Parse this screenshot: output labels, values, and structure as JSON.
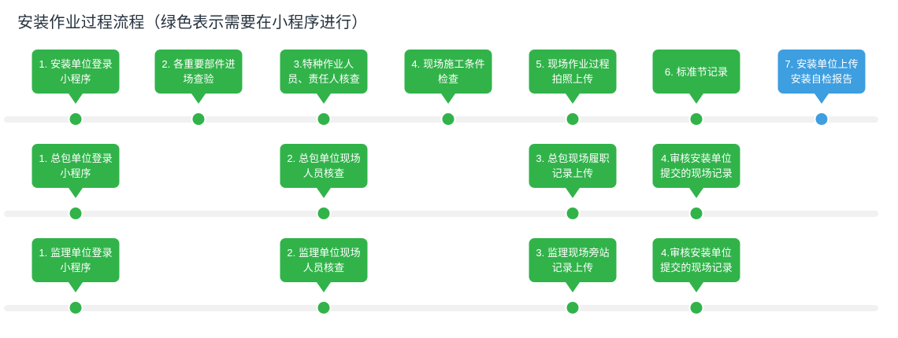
{
  "page": {
    "title": "安装作业过程流程（绿色表示需要在小程序进行）"
  },
  "colors": {
    "green": "#31b34a",
    "blue": "#3d9ee0",
    "rail": "#f1f1f1",
    "title_text": "#26323f",
    "card_text": "#ffffff",
    "background": "#ffffff"
  },
  "legend": {
    "green_meaning": "绿色表示需要在小程序进行"
  },
  "chart_data": {
    "type": "timeline",
    "title": "安装作业过程流程（绿色表示需要在小程序进行）",
    "rows": 3,
    "columns": 7,
    "column_centers": [
      96,
      252,
      411,
      569,
      727,
      884,
      1043
    ],
    "rows_detail": [
      {
        "name": "安装单位",
        "nodes": [
          {
            "column": 1,
            "step": "1.",
            "lines": [
              "1. 安装单位登录",
              "小程序"
            ],
            "color": "green"
          },
          {
            "column": 2,
            "step": "2.",
            "lines": [
              "2. 各重要部件进",
              "场查验"
            ],
            "color": "green"
          },
          {
            "column": 3,
            "step": "3.",
            "lines": [
              "3.特种作业人",
              "员、责任人核查"
            ],
            "color": "green"
          },
          {
            "column": 4,
            "step": "4.",
            "lines": [
              "4. 现场施工条件",
              "检查"
            ],
            "color": "green"
          },
          {
            "column": 5,
            "step": "5.",
            "lines": [
              "5. 现场作业过程",
              "拍照上传"
            ],
            "color": "green"
          },
          {
            "column": 6,
            "step": "6.",
            "lines": [
              "6. 标准节记录"
            ],
            "color": "green"
          },
          {
            "column": 7,
            "step": "7.",
            "lines": [
              "7. 安装单位上传",
              "安装自检报告"
            ],
            "color": "blue"
          }
        ]
      },
      {
        "name": "总包单位",
        "nodes": [
          {
            "column": 1,
            "step": "1.",
            "lines": [
              "1. 总包单位登录",
              "小程序"
            ],
            "color": "green"
          },
          {
            "column": 3,
            "step": "2.",
            "lines": [
              "2. 总包单位现场",
              "人员核查"
            ],
            "color": "green"
          },
          {
            "column": 5,
            "step": "3.",
            "lines": [
              "3. 总包现场履职",
              "记录上传"
            ],
            "color": "green"
          },
          {
            "column": 6,
            "step": "4.",
            "lines": [
              "4.审核安装单位",
              "提交的现场记录"
            ],
            "color": "green"
          }
        ]
      },
      {
        "name": "监理单位",
        "nodes": [
          {
            "column": 1,
            "step": "1.",
            "lines": [
              "1. 监理单位登录",
              "小程序"
            ],
            "color": "green"
          },
          {
            "column": 3,
            "step": "2.",
            "lines": [
              "2. 监理单位现场",
              "人员核查"
            ],
            "color": "green"
          },
          {
            "column": 5,
            "step": "3.",
            "lines": [
              "3. 监理现场旁站",
              "记录上传"
            ],
            "color": "green"
          },
          {
            "column": 6,
            "step": "4.",
            "lines": [
              "4.审核安装单位",
              "提交的现场记录"
            ],
            "color": "green"
          }
        ]
      }
    ]
  }
}
